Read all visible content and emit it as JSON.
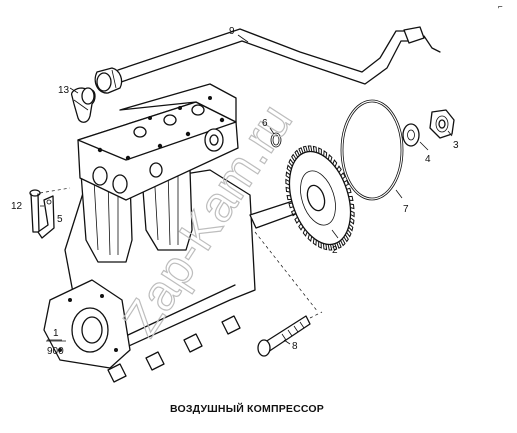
{
  "caption": "ВОЗДУШНЫЙ КОМПРЕССОР",
  "watermark": "Zap-Kam.ru",
  "corner_mark": "⌐",
  "callouts": {
    "c1": "1",
    "c1_sub": "900",
    "c2": "2",
    "c3": "3",
    "c4": "4",
    "c5": "5",
    "c6": "6",
    "c7": "7",
    "c8": "8",
    "c9": "9",
    "c12": "12",
    "c13": "13"
  }
}
